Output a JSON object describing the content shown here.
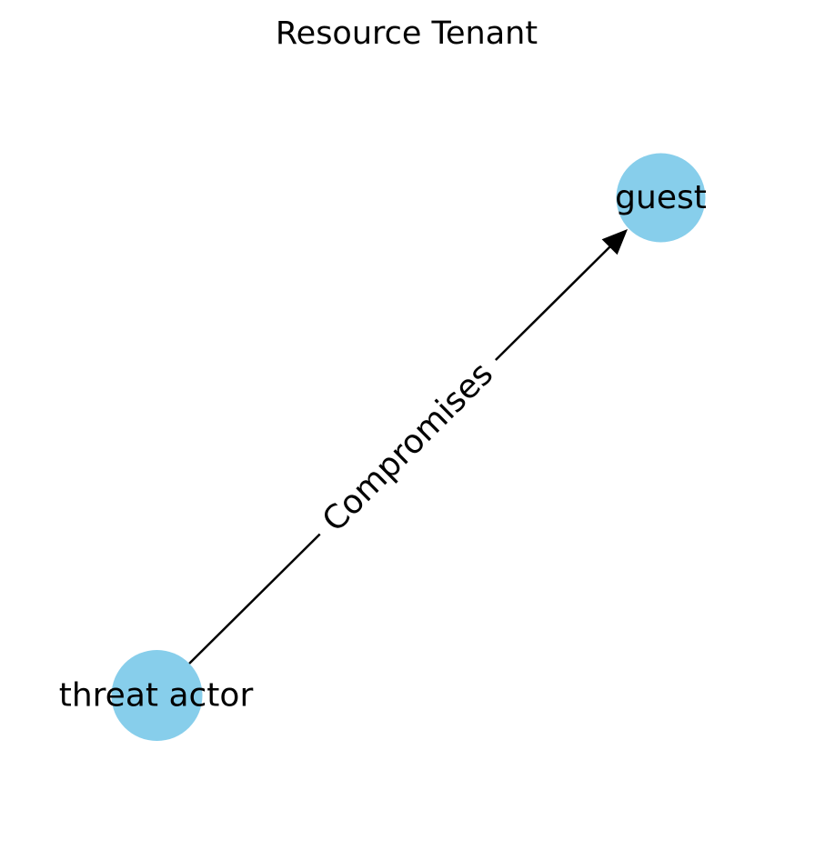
{
  "figure": {
    "title": "Resource Tenant",
    "background": "#ffffff"
  },
  "graph": {
    "type": "directed",
    "node_color": "#87CEEB",
    "edge_color": "#000000",
    "label_color": "#000000",
    "edge_label_background": "#ffffff",
    "nodes": [
      {
        "id": "threat-actor",
        "label": "threat actor"
      },
      {
        "id": "guest",
        "label": "guest"
      }
    ],
    "edges": [
      {
        "source": "threat-actor",
        "target": "guest",
        "label": "Compromises",
        "directed": true
      }
    ]
  }
}
